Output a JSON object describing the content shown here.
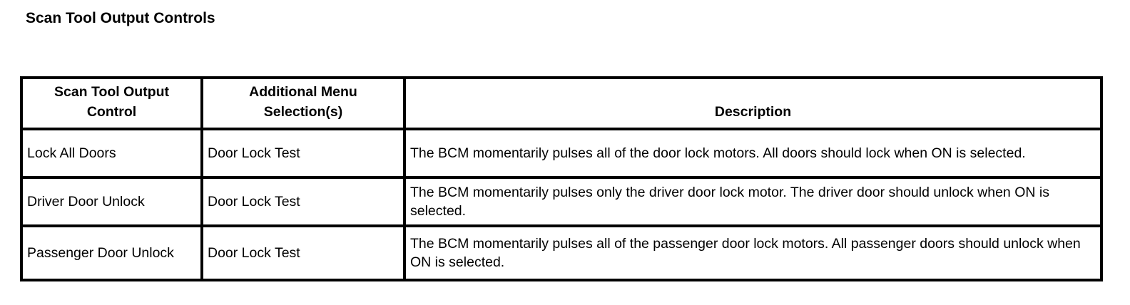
{
  "page": {
    "title": "Scan Tool Output Controls"
  },
  "colors": {
    "text": "#000000",
    "background": "#ffffff",
    "table_border": "#000000"
  },
  "table": {
    "columns": [
      {
        "label": "Scan Tool Output Control"
      },
      {
        "label": "Additional Menu Selection(s)"
      },
      {
        "label": "Description"
      }
    ],
    "rows": [
      {
        "control": "Lock All Doors",
        "menu": "Door Lock Test",
        "description": "The BCM momentarily pulses all of the door lock motors. All doors should lock when ON is selected."
      },
      {
        "control": "Driver Door Unlock",
        "menu": "Door Lock Test",
        "description": "The BCM momentarily pulses only the driver door lock motor. The driver door should unlock when ON is selected."
      },
      {
        "control": "Passenger Door Unlock",
        "menu": "Door Lock Test",
        "description": "The BCM momentarily pulses all of the passenger door lock motors. All passenger doors should unlock when ON is selected."
      }
    ]
  }
}
